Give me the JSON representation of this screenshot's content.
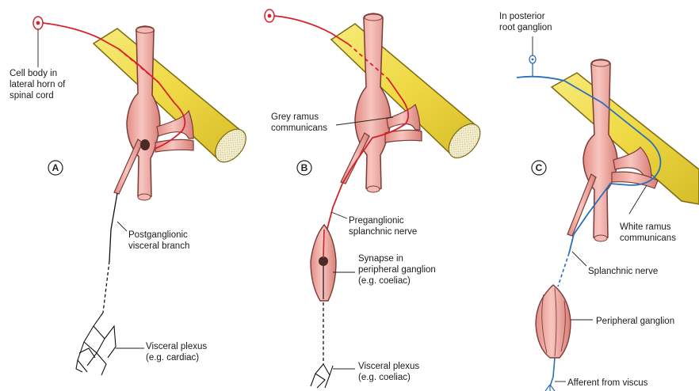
{
  "colors": {
    "background": "#ffffff",
    "nerve_yellow": "#f1df52",
    "nerve_yellow_edge": "#7a6a10",
    "ganglion_pink": "#efa7a0",
    "ganglion_edge": "#7a3c36",
    "preganglionic_red": "#d8202c",
    "afferent_blue": "#2a6fb8",
    "postganglionic_black": "#111111"
  },
  "panels": {
    "a": {
      "letter": "A",
      "labels": {
        "cell_body_1": "Cell body in",
        "cell_body_2": "lateral horn of",
        "cell_body_3": "spinal cord",
        "postganglionic_1": "Postganglionic",
        "postganglionic_2": "visceral branch",
        "plexus_1": "Visceral plexus",
        "plexus_2": "(e.g. cardiac)"
      }
    },
    "b": {
      "letter": "B",
      "labels": {
        "grey_ramus_1": "Grey ramus",
        "grey_ramus_2": "communicans",
        "preganglionic_1": "Preganglionic",
        "preganglionic_2": "splanchnic nerve",
        "synapse_1": "Synapse in",
        "synapse_2": "peripheral ganglion",
        "synapse_3": "(e.g. coeliac)",
        "plexus_1": "Visceral plexus",
        "plexus_2": "(e.g. coeliac)"
      }
    },
    "c": {
      "letter": "C",
      "labels": {
        "posterior_root_1": "In posterior",
        "posterior_root_2": "root ganglion",
        "white_ramus_1": "White ramus",
        "white_ramus_2": "communicans",
        "splanchnic": "Splanchnic nerve",
        "peripheral_ganglion": "Peripheral ganglion",
        "afferent": "Afferent from viscus"
      }
    }
  }
}
